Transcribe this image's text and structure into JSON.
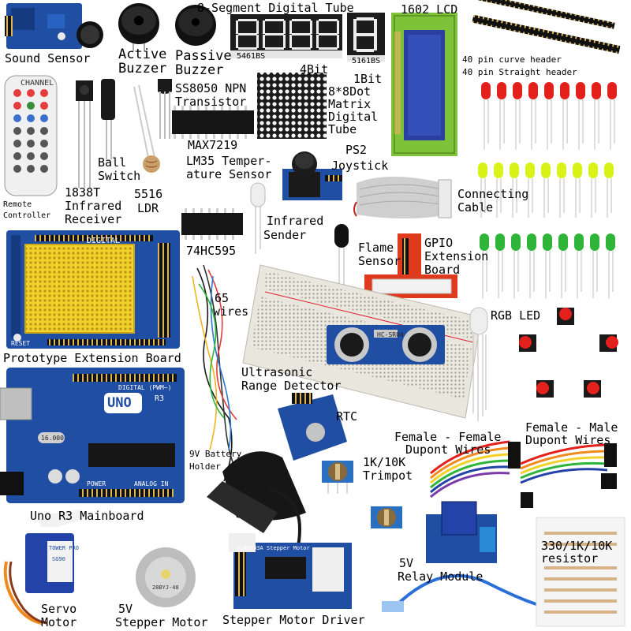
{
  "labels": {
    "sound_sensor": "Sound Sensor",
    "active_buzzer": [
      "Active",
      "Buzzer"
    ],
    "passive_buzzer": [
      "Passive",
      "Buzzer"
    ],
    "seg_tube": "8-Segment Digital Tube",
    "seg_4bit": "4Bit",
    "seg_1bit": "1Bit",
    "lcd": "1602 LCD",
    "header_curve": "40 pin curve header",
    "header_straight": "40 pin  Straight header",
    "npn": [
      "SS8050 NPN",
      "Transistor"
    ],
    "dot_matrix": [
      "8*8Dot",
      "Matrix",
      "Digital",
      "Tube"
    ],
    "max7219": "MAX7219",
    "ball_switch": [
      "Ball",
      "Switch"
    ],
    "lm35": [
      "LM35 Temper-",
      "ature Sensor"
    ],
    "ps2": [
      "PS2",
      "Joystick"
    ],
    "remote": [
      "Remote",
      "Controller"
    ],
    "ir_receiver": [
      "1838T",
      "Infrared",
      "Receiver"
    ],
    "ldr": [
      "5516",
      "LDR"
    ],
    "ir_sender": [
      "Infrared",
      "Sender"
    ],
    "cable": [
      "Connecting",
      "Cable"
    ],
    "ic_74hc595": "74HC595",
    "flame": [
      "Flame",
      "Sensor"
    ],
    "gpio": [
      "GPIO",
      "Extension",
      "Board"
    ],
    "wires65": [
      "65",
      "wires"
    ],
    "rgb_led": "RGB LED",
    "proto_board": "Prototype Extension Board",
    "ultrasonic": [
      "Ultrasonic",
      "Range Detector"
    ],
    "rtc": "RTC",
    "ff_dupont": [
      "Female - Female",
      "Dupont Wires"
    ],
    "fm_dupont": [
      "Female - Male",
      "Dupont Wires"
    ],
    "battery": [
      "9V Battery",
      "Holder"
    ],
    "trimpot": [
      "1K/10K",
      "Trimpot"
    ],
    "uno_mainboard": "Uno R3 Mainboard",
    "relay": [
      "5V",
      "Relay Module"
    ],
    "resistor": [
      "330/1K/10K",
      "resistor"
    ],
    "servo": [
      "Servo",
      "Motor"
    ],
    "stepper_motor": [
      "5V",
      "Stepper Motor"
    ],
    "stepper_driver": "Stepper Motor Driver"
  },
  "markings": {
    "uno_logo": "UNO",
    "uno_r3": "R3",
    "uno_digital": "DIGITAL (PWM~)",
    "uno_power": "POWER",
    "uno_analog": "ANALOG IN",
    "proto_digital": "DIGITAL",
    "proto_reset": "RESET",
    "sr04": "HC-SR04",
    "uln": "ULN2003A Stepper Motor",
    "pcb_4bit": "5461BS",
    "pcb_1bit": "5161BS",
    "remote_channel": "CHANNEL",
    "stepper_face": "28BYJ-48",
    "servo_brand": "TOWER PRO",
    "servo_model": "SG90",
    "uno_clock": "16.000"
  },
  "colors": {
    "pcb_blue": "#1f4ea3",
    "pcb_dark": "#163a80",
    "led_red": "#e3201b",
    "led_yellow": "#d9f21a",
    "led_green": "#2fb53a",
    "breadboard": "#e9e6dd",
    "proto_yellow": "#f2d22a",
    "lcd_green": "#7ec23a",
    "lcd_screen": "#2c3fa0",
    "gpio_red": "#e03a1e",
    "servo_blue": "#2343a8",
    "wire_orange": "#f08a1f"
  }
}
